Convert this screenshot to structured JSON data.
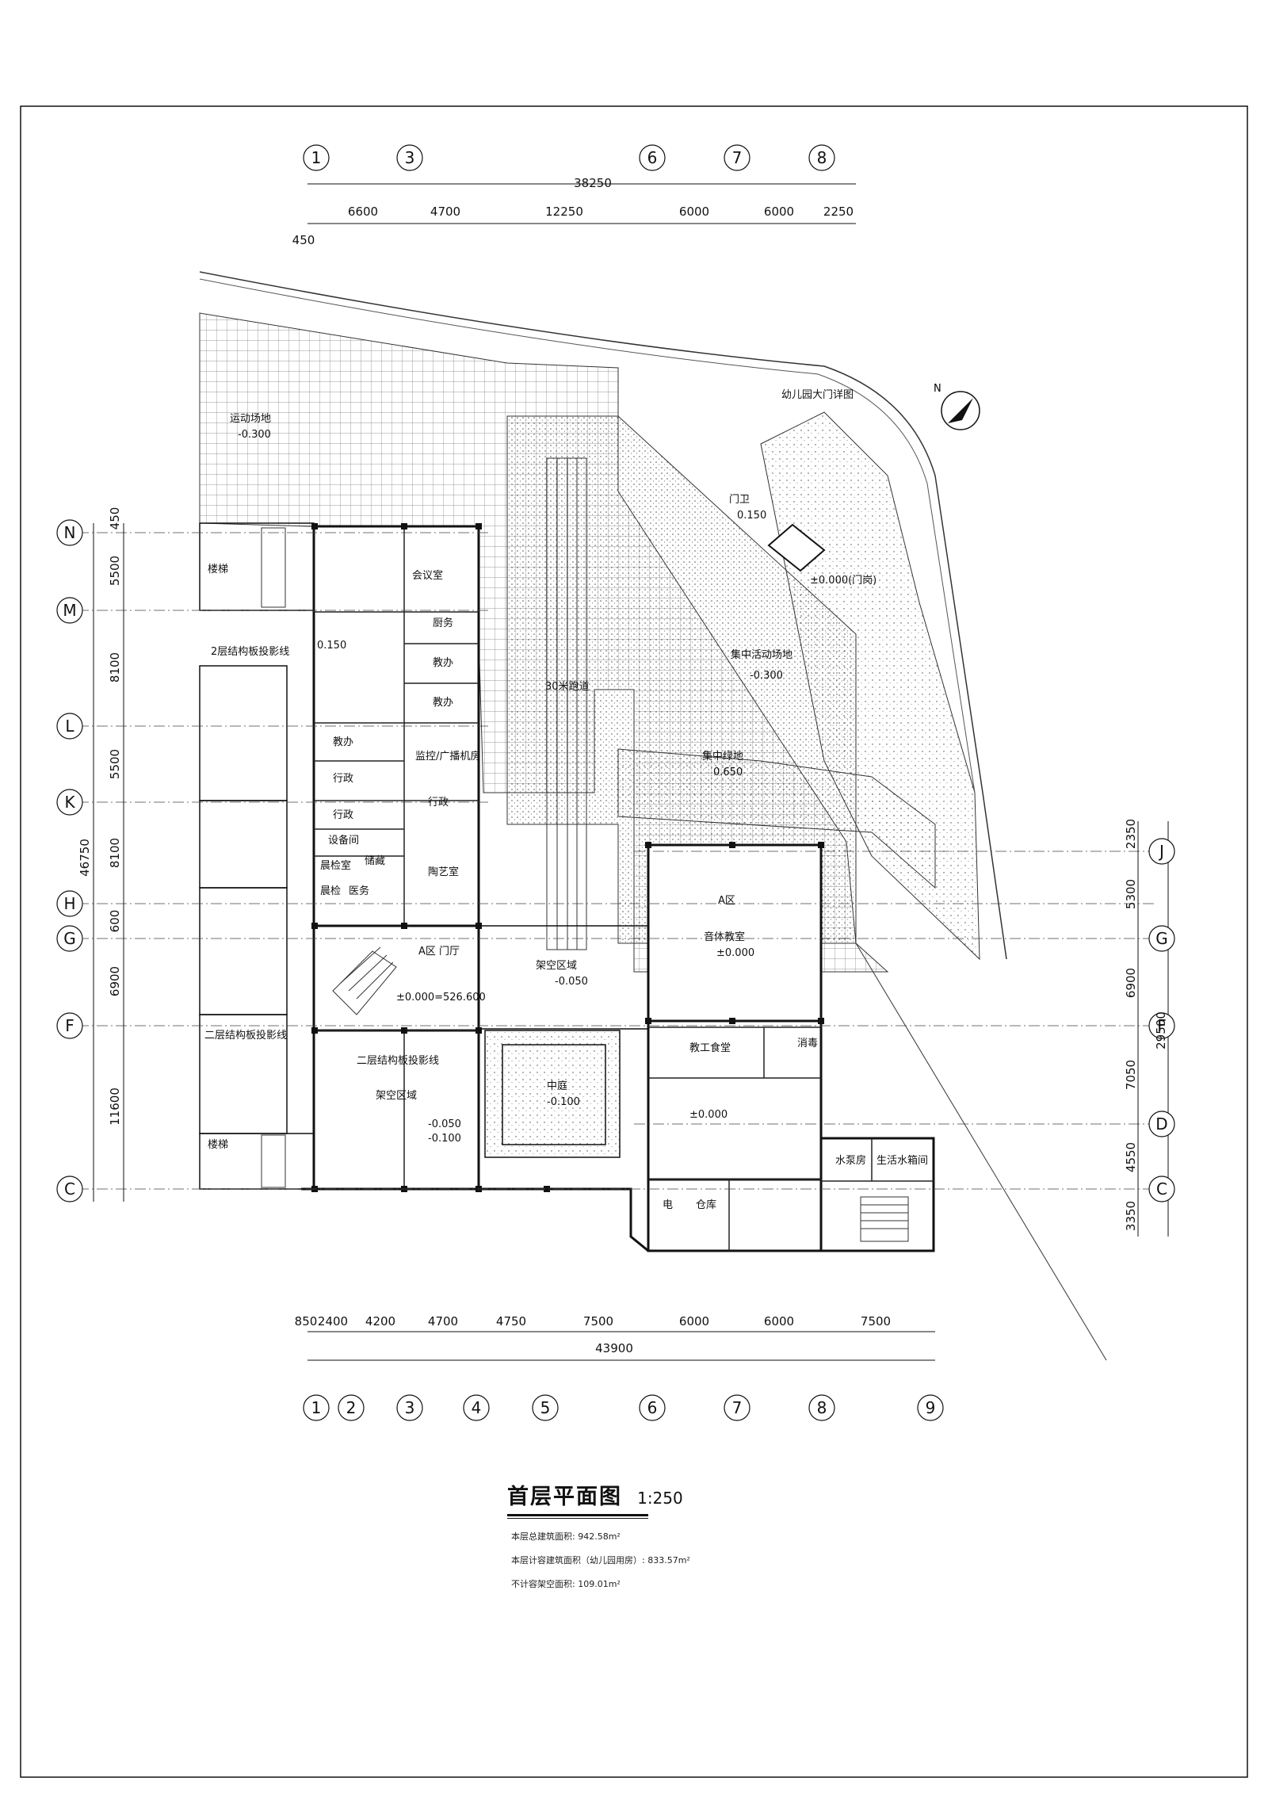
{
  "plan": {
    "title": "首层平面图",
    "scale": "1:250",
    "areas": [
      "本层总建筑面积: 942.58m²",
      "本层计容建筑面积（幼儿园用房）: 833.57m²",
      "不计容架空面积: 109.01m²"
    ]
  },
  "axes": {
    "top": [
      "1",
      "3",
      "6",
      "7",
      "8"
    ],
    "bottom": [
      "1",
      "2",
      "3",
      "4",
      "5",
      "6",
      "7",
      "8",
      "9"
    ],
    "left": [
      "N",
      "M",
      "L",
      "K",
      "H",
      "G",
      "F",
      "C"
    ],
    "right": [
      "J",
      "G",
      "F",
      "D",
      "C"
    ]
  },
  "dimensions": {
    "top_total": "38250",
    "top_segments": [
      "6600",
      "4700",
      "12250",
      "6000",
      "6000",
      "2250"
    ],
    "top_offset": "450",
    "bottom_total": "43900",
    "bottom_segments": [
      "850",
      "2400",
      "4200",
      "4700",
      "4750",
      "7500",
      "6000",
      "6000",
      "7500"
    ],
    "left_total": "46750",
    "left_segments": [
      "450",
      "5500",
      "8100",
      "5500",
      "8100",
      "600",
      "6900",
      "11600"
    ],
    "right_total": "29500",
    "right_segments": [
      "2350",
      "5300",
      "6900",
      "7050",
      "4550",
      "3350"
    ]
  },
  "rooms": {
    "meeting": "会议室",
    "kitchen": "厨务",
    "teach1": "教办",
    "teach2": "教办",
    "teach3": "教办",
    "admin1": "行政",
    "monitor": "监控/广播机房",
    "admin2": "行政",
    "admin3": "行政",
    "equipment": "设备间",
    "reception": "晨检室",
    "storage": "储藏",
    "morning": "晨检",
    "medical": "医务",
    "ceramics": "陶艺室",
    "hall": "A区  门厅",
    "music": "音体教室",
    "zone_a": "A区",
    "staff": "教工食堂",
    "disinfect": "消毒",
    "pump": "水泵房",
    "water_tank": "生活水箱间",
    "warehouse": "仓库",
    "power": "电",
    "stair_left_top": "楼梯",
    "stair_left_bottom": "楼梯"
  },
  "labels": {
    "proj2_top": "2层结构板投影线",
    "proj2_mid": "二层结构板投影线",
    "proj2_mid2": "二层结构板投影线",
    "elev_hall": "±0.000=526.600",
    "elev_music": "±0.000",
    "elev_staff": "±0.000",
    "elev_gate": "±0.000(门岗)",
    "open_area1": "架空区域",
    "elev_open1": "-0.050",
    "open_area2": "架空区域",
    "elev_open2a": "-0.050",
    "elev_open2b": "-0.100",
    "courtyard": "中庭",
    "elev_court": "-0.100",
    "runway": "30米跑道",
    "sport": "运动场地",
    "elev_sport": "-0.300",
    "concentrate": "集中活动场地",
    "elev_concentrate": "-0.300",
    "garden": "集中绿地",
    "elev_garden": "0.650",
    "gate": "幼儿园大门详图",
    "guard": "门卫",
    "elev_guard": "0.150",
    "lift": "0.150",
    "north": "N"
  }
}
